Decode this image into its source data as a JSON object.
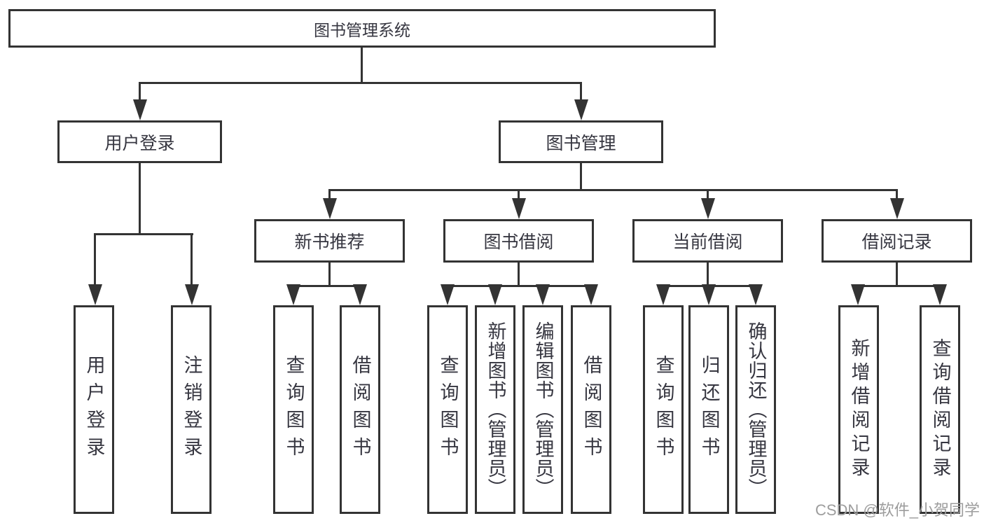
{
  "diagram": {
    "root": {
      "label": "图书管理系统"
    },
    "level2": [
      {
        "label": "用户登录"
      },
      {
        "label": "图书管理"
      }
    ],
    "level3": [
      {
        "label": "新书推荐"
      },
      {
        "label": "图书借阅"
      },
      {
        "label": "当前借阅"
      },
      {
        "label": "借阅记录"
      }
    ],
    "leaves": {
      "login": [
        {
          "label": "用户登录"
        },
        {
          "label": "注销登录"
        }
      ],
      "newbook": [
        {
          "label": "查询图书"
        },
        {
          "label": "借阅图书"
        }
      ],
      "borrow": [
        {
          "label": "查询图书"
        },
        {
          "label": "新增图书（管理员）"
        },
        {
          "label": "编辑图书（管理员）"
        },
        {
          "label": "借阅图书"
        }
      ],
      "current": [
        {
          "label": "查询图书"
        },
        {
          "label": "归还图书"
        },
        {
          "label": "确认归还（管理员）"
        }
      ],
      "records": [
        {
          "label": "新增借阅记录"
        },
        {
          "label": "查询借阅记录"
        }
      ]
    }
  },
  "watermark": {
    "text": "CSDN @软件_小贺同学"
  },
  "colors": {
    "line": "#333333",
    "text": "#363640",
    "watermark": "#9d9d9d",
    "background": "#ffffff"
  }
}
